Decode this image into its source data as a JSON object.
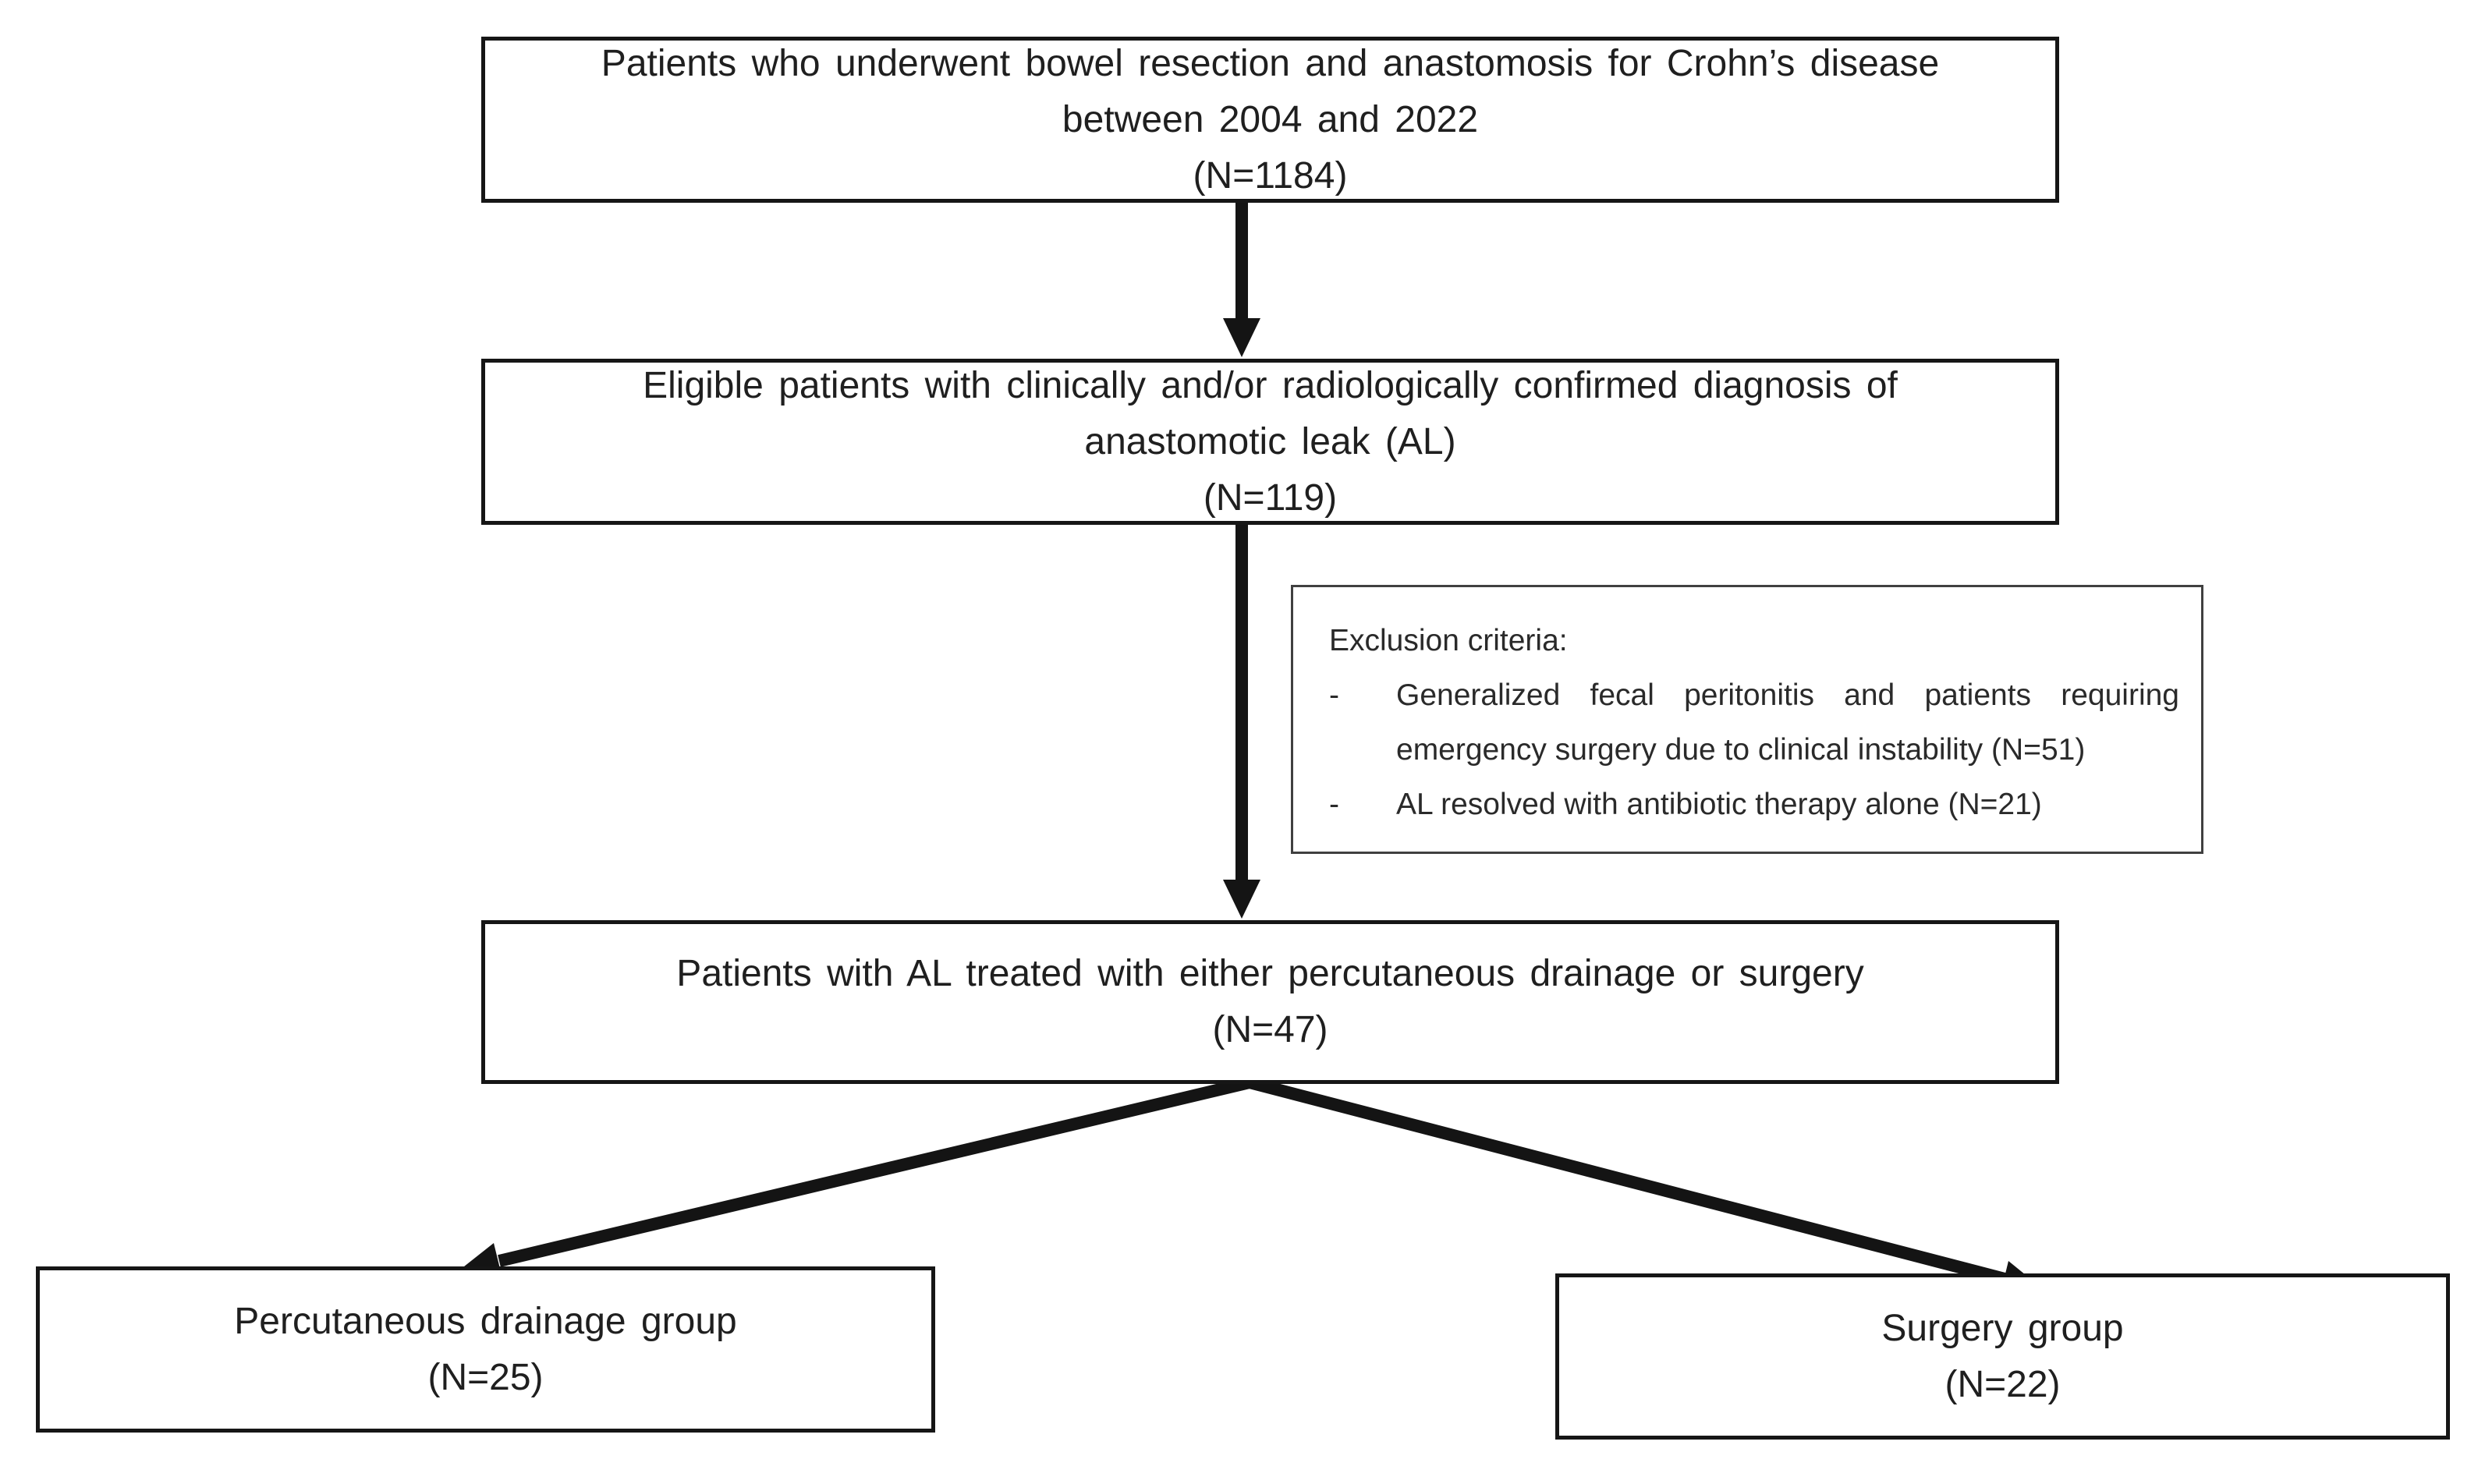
{
  "figure": {
    "type": "patient-flow-diagram",
    "colors": {
      "background": "#ffffff",
      "box_border": "#161616",
      "exclusion_border": "#404040",
      "arrow": "#141414",
      "text": "#1f1f1f"
    },
    "boxes": {
      "enrollment": {
        "lines": [
          "Patients who underwent bowel resection and anastomosis for Crohn’s disease",
          "between 2004 and 2022",
          "(N=1184)"
        ]
      },
      "eligible": {
        "lines": [
          "Eligible patients with clinically and/or radiologically confirmed diagnosis of",
          "anastomotic leak (AL)",
          "(N=119)"
        ]
      },
      "exclusion": {
        "title": "Exclusion criteria:",
        "bullet_char": "-",
        "items": [
          "Generalized fecal peritonitis and patients requiring emergency surgery due to clinical instability (N=51)",
          "AL resolved with antibiotic therapy alone (N=21)"
        ]
      },
      "treated": {
        "lines": [
          "Patients with AL treated with either percutaneous drainage or surgery",
          "(N=47)"
        ]
      },
      "drainage": {
        "lines": [
          "Percutaneous drainage group",
          "(N=25)"
        ]
      },
      "surgery": {
        "lines": [
          "Surgery group",
          "(N=22)"
        ]
      }
    }
  }
}
